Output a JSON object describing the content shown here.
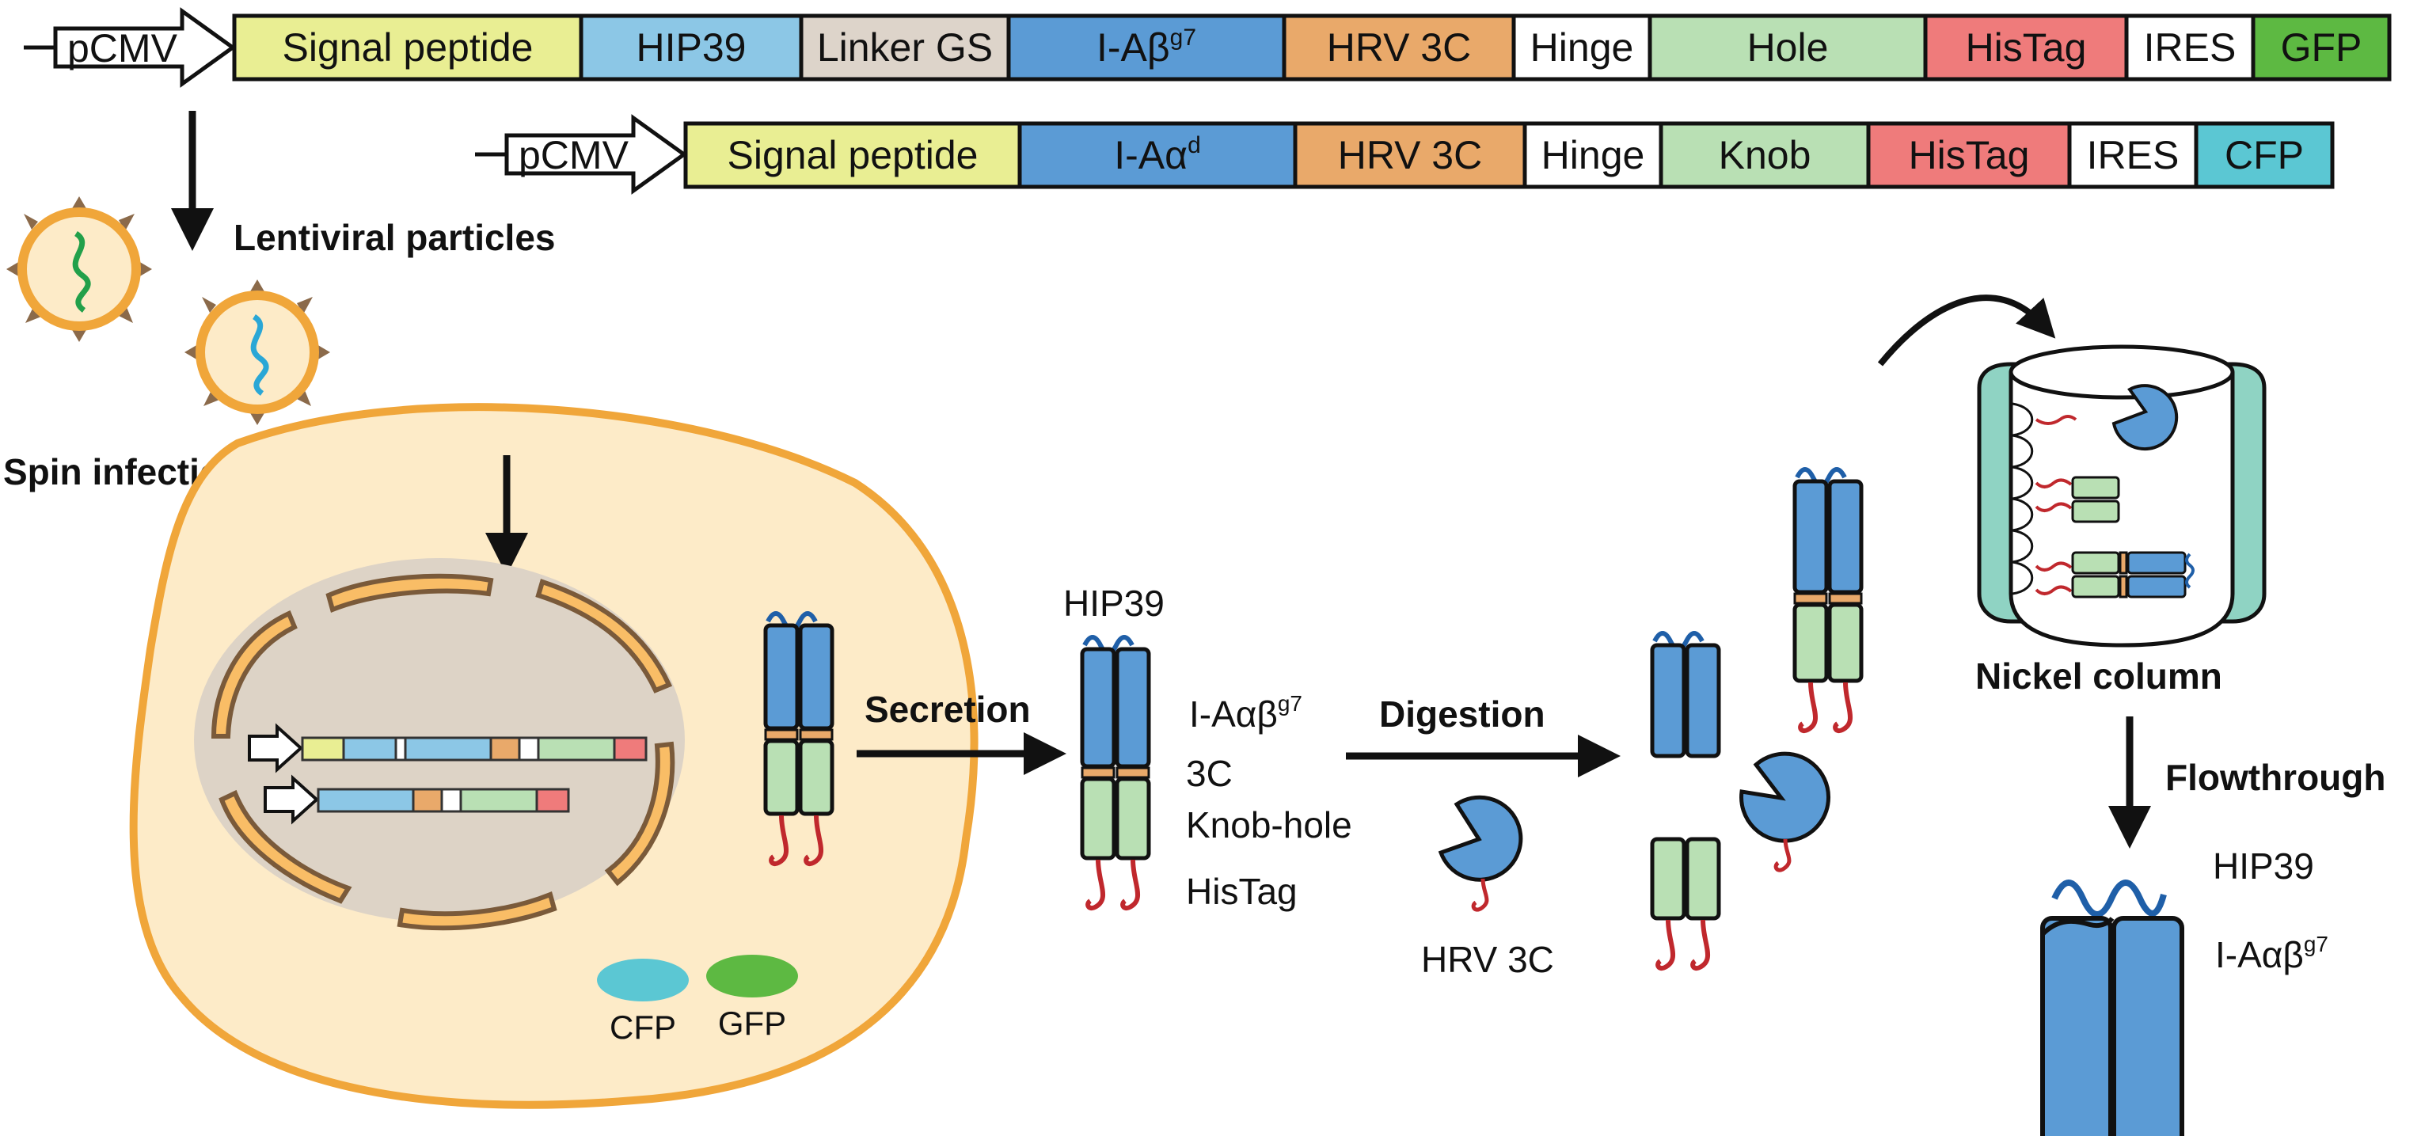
{
  "constructs": {
    "beta": {
      "promoter": "pCMV",
      "segments": [
        {
          "label": "Signal peptide",
          "color": "#e9ee93"
        },
        {
          "label": "HIP39",
          "color": "#8cc7e6"
        },
        {
          "label": "Linker GS",
          "color": "#ddd4ca"
        },
        {
          "label": "I-Aβ",
          "sup": "g7",
          "color": "#5b9bd5"
        },
        {
          "label": "HRV 3C",
          "color": "#e9a96a"
        },
        {
          "label": "Hinge",
          "color": "#ffffff"
        },
        {
          "label": "Hole",
          "color": "#b9e0b4"
        },
        {
          "label": "HisTag",
          "color": "#ef7b7b"
        },
        {
          "label": "IRES",
          "color": "#ffffff"
        },
        {
          "label": "GFP",
          "color": "#5db942"
        }
      ]
    },
    "alpha": {
      "promoter": "pCMV",
      "segments": [
        {
          "label": "Signal peptide",
          "color": "#e9ee93"
        },
        {
          "label": "I-Aα",
          "sup": "d",
          "color": "#5b9bd5"
        },
        {
          "label": "HRV 3C",
          "color": "#e9a96a"
        },
        {
          "label": "Hinge",
          "color": "#ffffff"
        },
        {
          "label": "Knob",
          "color": "#b9e0b4"
        },
        {
          "label": "HisTag",
          "color": "#ef7b7b"
        },
        {
          "label": "IRES",
          "color": "#ffffff"
        },
        {
          "label": "CFP",
          "color": "#5bc7d3"
        }
      ]
    }
  },
  "labels": {
    "lentiviral": "Lentiviral particles",
    "spin_infection": "Spin infection in CHO-S",
    "cfp": "CFP",
    "gfp": "GFP",
    "secretion": "Secretion",
    "hip39_top": "HIP39",
    "complex": "I-Aαβ",
    "complex_sup": "g7",
    "three_c": "3C",
    "knob_hole": "Knob-hole",
    "histag": "HisTag",
    "digestion": "Digestion",
    "hrv3c": "HRV 3C",
    "nickel_column": "Nickel column",
    "flowthrough": "Flowthrough",
    "hip39_final": "HIP39",
    "final_complex": "I-Aαβ",
    "final_complex_sup": "g7"
  },
  "colors": {
    "mhc_blue": "#5b9bd5",
    "fc_green": "#b9e0b4",
    "histag_red": "#c0282d",
    "linker_orange": "#e9a96a",
    "cell_fill": "#fdebc8",
    "cell_border": "#f0a63a",
    "nucleus_fill": "#ddd3c6",
    "column_teal": "#8fd3c3",
    "peptide_blue": "#1f5fa8"
  }
}
